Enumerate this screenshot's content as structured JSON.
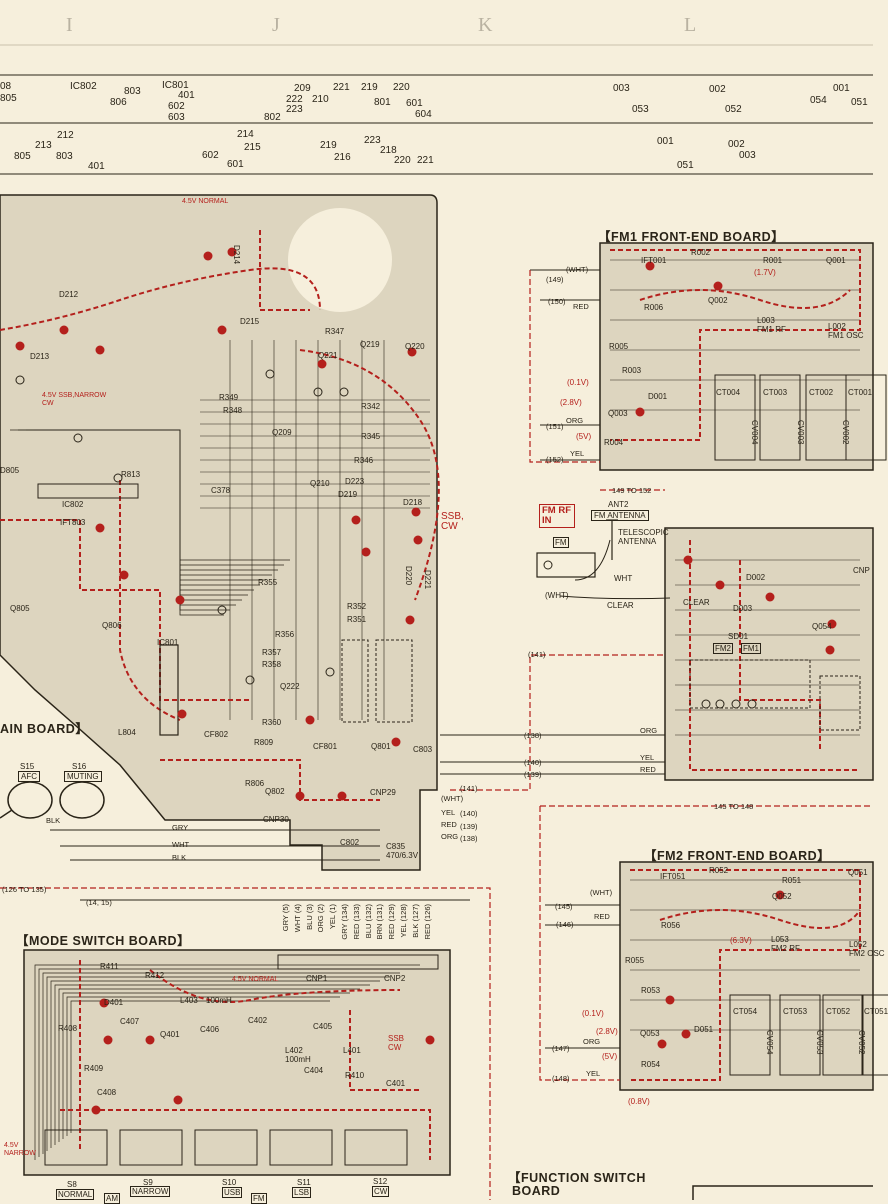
{
  "colors": {
    "paper": "#f6efdc",
    "ink": "#2a2418",
    "red_trace": "#b4201c",
    "board_fill": "#ddd5bf"
  },
  "column_markers": [
    "I",
    "J",
    "K",
    "L"
  ],
  "ref_row_1": [
    "08",
    "805",
    "IC802",
    "803",
    "806",
    "IC801",
    "401",
    "602",
    "603",
    "209",
    "222",
    "223",
    "802",
    "210",
    "221",
    "219",
    "801",
    "220",
    "601",
    "604",
    "003",
    "053",
    "002",
    "052",
    "054",
    "001",
    "051"
  ],
  "ref_row_2": [
    "212",
    "213",
    "805",
    "803",
    "401",
    "214",
    "215",
    "602",
    "601",
    "219",
    "216",
    "223",
    "218",
    "220",
    "221",
    "001",
    "051",
    "002",
    "003"
  ],
  "boards": {
    "fm1": "【FM1 FRONT-END BOARD】",
    "fm2": "【FM2 FRONT-END BOARD】",
    "main": "AIN BOARD】",
    "mode": "【MODE SWITCH BOARD】",
    "function": "【FUNCTION SWITCH\n BOARD"
  },
  "antenna": {
    "fm_rf_in": "FM RF IN",
    "ant2": "ANT2",
    "fm_antenna": "FM ANTENNA",
    "telescopic": "TELESCOPIC ANTENNA",
    "fm": "FM",
    "wht": "WHT",
    "wht_paren": "(WHT)",
    "clear": "CLEAR"
  },
  "switches": {
    "s15": "S15",
    "s15_name": "AFC",
    "s16": "S16",
    "s16_name": "MUTING"
  },
  "wires": {
    "blk": "BLK",
    "gry": "GRY",
    "wht": "WHT",
    "red": "RED",
    "orange": "ORG",
    "yel": "YEL",
    "n149": "(149)",
    "n150": "(150)",
    "n151": "(151)",
    "n152": "(152)",
    "n152_range": "149 TO 152",
    "n141": "(141)",
    "n138": "(138)",
    "n140": "(140)",
    "n139": "(139)",
    "n145_148": "145 TO 148",
    "n145": "(145)",
    "n146": "(146)",
    "n147": "(147)",
    "n148": "(148)",
    "n126_135": "(126 TO 135)",
    "n14_15": "(14, 15)"
  },
  "mode_cables": [
    "GRY (5)",
    "WHT (4)",
    "BLU (3)",
    "ORG (2)",
    "YEL (1)",
    "GRY (134)",
    "RED (133)",
    "BLU (132)",
    "BRN (131)",
    "RED (129)",
    "YEL (128)",
    "BLK (127)",
    "RED (126)"
  ],
  "mode_labels": {
    "s8": "S8",
    "s8_name": "NORMAL",
    "s9": "S9",
    "s9_name": "NARROW",
    "am": "AM",
    "s10": "S10",
    "s11": "S11",
    "s12": "S12",
    "fm": "FM",
    "usb": "USB",
    "lsb": "LSB",
    "cw": "CW",
    "cnp1": "CNP1",
    "cnp2": "CNP2",
    "q401": "Q401",
    "d401": "D401",
    "r411": "R411",
    "r412": "R412",
    "l403": "L403",
    "l401": "L401",
    "l402": "L402",
    "c402": "C402",
    "c405": "C405",
    "c406": "C406",
    "c407": "C407",
    "c408": "C408",
    "c404": "C404",
    "c401": "C401",
    "r410": "R410",
    "r408": "R408",
    "r409": "R409",
    "l403_val": "100mH",
    "l402_val": "100mH",
    "normal_note": "4.5V NORMAL",
    "narrow_note": "4.5V NARROW",
    "ssb_note": "SSB CW"
  },
  "main_labels": {
    "ic801": "IC801",
    "ic802": "IC802",
    "q805": "Q805",
    "q806": "Q806",
    "q801": "Q801",
    "q802": "Q802",
    "q209": "Q209",
    "q210": "Q210",
    "q220": "Q220",
    "q221": "Q221",
    "q222": "Q222",
    "q219": "Q219",
    "d212": "D212",
    "d213": "D213",
    "d214": "D214",
    "d215": "D215",
    "d218": "D218",
    "d219": "D219",
    "d220": "D220",
    "d221": "D221",
    "d223": "D223",
    "d805": "D805",
    "ift803": "IFT803",
    "cf801": "CF801",
    "cf802": "CF802",
    "cnp29": "CNP29",
    "cnp30": "CNP30",
    "ssb_cw": "SSB, CW",
    "normal_note": "4.5V NORMAL",
    "ssb_narrow_note": "4.5V SSB,NARROW CW",
    "r347": "R347",
    "r348": "R348",
    "r349": "R349",
    "r342": "R342",
    "r345": "R345",
    "r346": "R346",
    "r352": "R352",
    "r351": "R351",
    "r355": "R355",
    "r356": "R356",
    "r357": "R357",
    "r358": "R358",
    "r360": "R360",
    "c378": "C378",
    "c803": "C803",
    "c835": "C835",
    "c835_val": "470/6.3V",
    "c802": "C802",
    "r809": "R809",
    "r806": "R806",
    "l804": "L804",
    "r813": "R813"
  },
  "fm1_labels": {
    "q001": "Q001",
    "q002": "Q002",
    "q003": "Q003",
    "d001": "D001",
    "ift001": "IFT001",
    "l003": "L003",
    "l002": "L002",
    "fm1_rf": "FM1 RF",
    "fm1_osc": "FM1 OSC",
    "r002": "R002",
    "r001": "R001",
    "r006": "R006",
    "r005": "R005",
    "r003": "R003",
    "r004": "R004",
    "ct001": "CT001",
    "ct002": "CT002",
    "ct003": "CT003",
    "ct004": "CT004",
    "cv001": "CV001",
    "cv002": "CV002",
    "cv003": "CV003",
    "cv004": "CV004",
    "v_a": "(0.1V)",
    "v_b": "(2.8V)",
    "v_c": "(5V)",
    "v_d": "(1.7V)"
  },
  "fm2_labels": {
    "q051": "Q051",
    "q052": "Q052",
    "q053": "Q053",
    "d051": "D051",
    "ift051": "IFT051",
    "l053": "L053",
    "l052": "L052",
    "fm2_rf": "FM2 RF",
    "fm2_osc": "FM2 OSC",
    "r052": "R052",
    "r051": "R051",
    "r056": "R056",
    "r055": "R055",
    "r053": "R053",
    "r054": "R054",
    "ct051": "CT051",
    "ct052": "CT052",
    "ct053": "CT053",
    "ct054": "CT054",
    "cv051": "CV051",
    "cv052": "CV052",
    "cv053": "CV053",
    "cv054": "CV054",
    "v_a": "(0.1V)",
    "v_b": "(2.8V)",
    "v_c": "(5V)",
    "v_d": "(0.8V)",
    "v_e": "(6.3V)"
  },
  "fs_labels": {
    "d002": "D002",
    "d003": "D003",
    "q054": "Q054",
    "sd01": "SD01",
    "fm2": "FM2",
    "fm1": "FM1",
    "cnp": "CNP"
  }
}
